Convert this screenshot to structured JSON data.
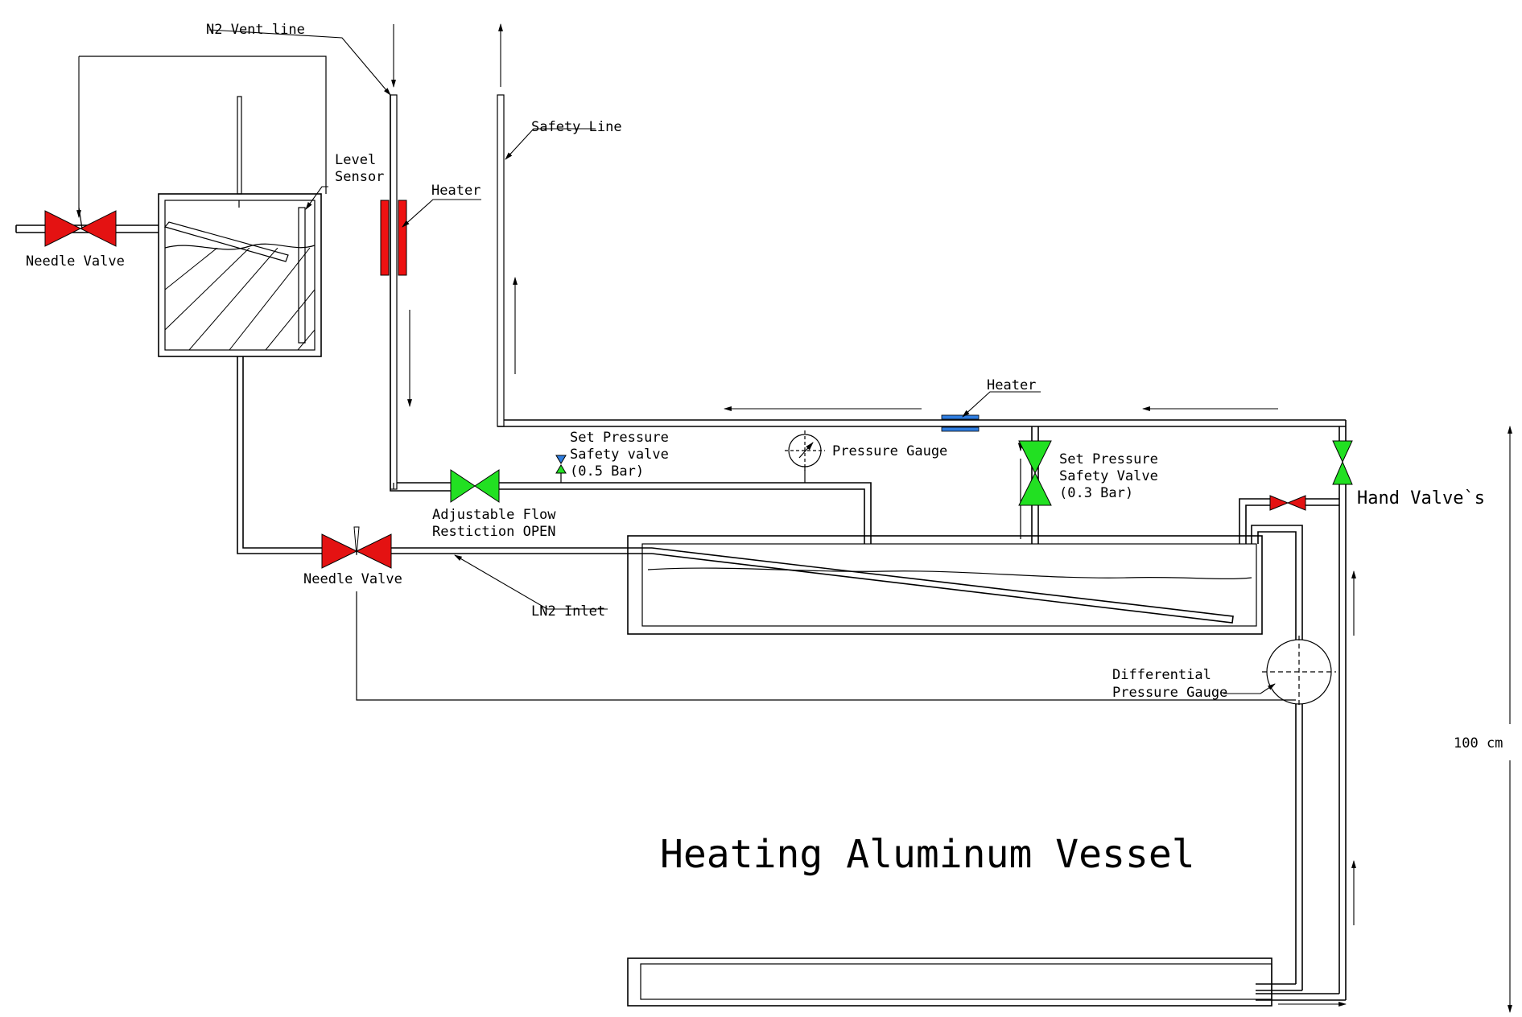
{
  "labels": {
    "n2_vent_line": "N2 Vent line",
    "safety_line": "Safety Line",
    "level_sensor_1": "Level",
    "level_sensor_2": "Sensor",
    "heater_top": "Heater",
    "heater_right": "Heater",
    "needle_valve_left": "Needle Valve",
    "needle_valve_mid": "Needle Valve",
    "set_pressure_05_1": "Set Pressure",
    "set_pressure_05_2": "Safety valve",
    "set_pressure_05_3": "(0.5 Bar)",
    "pressure_gauge": "Pressure Gauge",
    "set_pressure_03_1": "Set Pressure",
    "set_pressure_03_2": "Safety Valve",
    "set_pressure_03_3": "(0.3 Bar)",
    "hand_valves": "Hand Valve`s",
    "adjustable_flow_1": "Adjustable Flow",
    "adjustable_flow_2": "Restiction OPEN",
    "ln2_inlet": "LN2 Inlet",
    "differential_1": "Differential",
    "differential_2": "Pressure Gauge",
    "dimension": "100 cm",
    "vessel_title": "Heating Aluminum Vessel"
  },
  "colors": {
    "needle_valve": "#e41212",
    "flow_valve": "#22e022",
    "heater_vertical": "#ee1111",
    "heater_horizontal": "#2f7de0"
  }
}
